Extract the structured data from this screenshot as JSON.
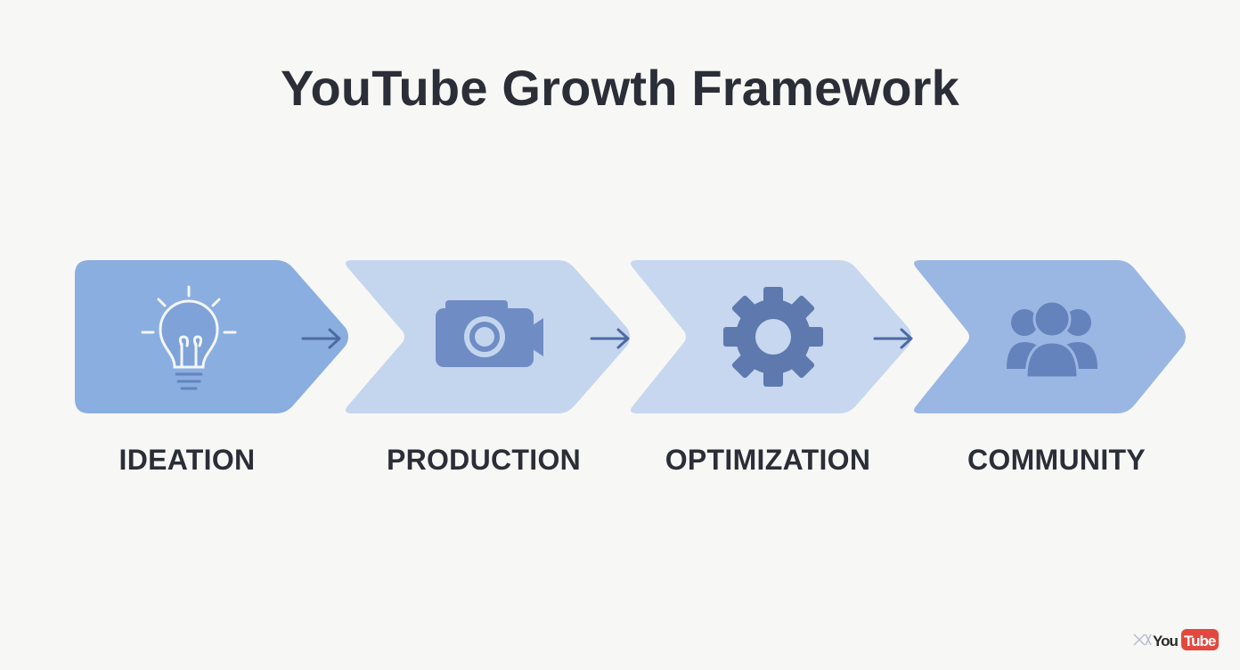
{
  "title": "YouTube Growth Framework",
  "steps": [
    {
      "label": "IDEATION",
      "icon": "lightbulb-icon",
      "color": "#8aaee0"
    },
    {
      "label": "PRODUCTION",
      "icon": "camera-icon",
      "color": "#c4d5ee"
    },
    {
      "label": "OPTIMIZATION",
      "icon": "gear-icon",
      "color": "#c7d7ef"
    },
    {
      "label": "COMMUNITY",
      "icon": "people-icon",
      "color": "#9ab7e3"
    }
  ],
  "colors": {
    "icon": "#5f7fb9",
    "arrow": "#4d6aa3",
    "text": "#2b2e36",
    "background": "#f7f7f6"
  },
  "watermark": {
    "text": "YouTube",
    "icon": "youtube-logo-icon"
  }
}
